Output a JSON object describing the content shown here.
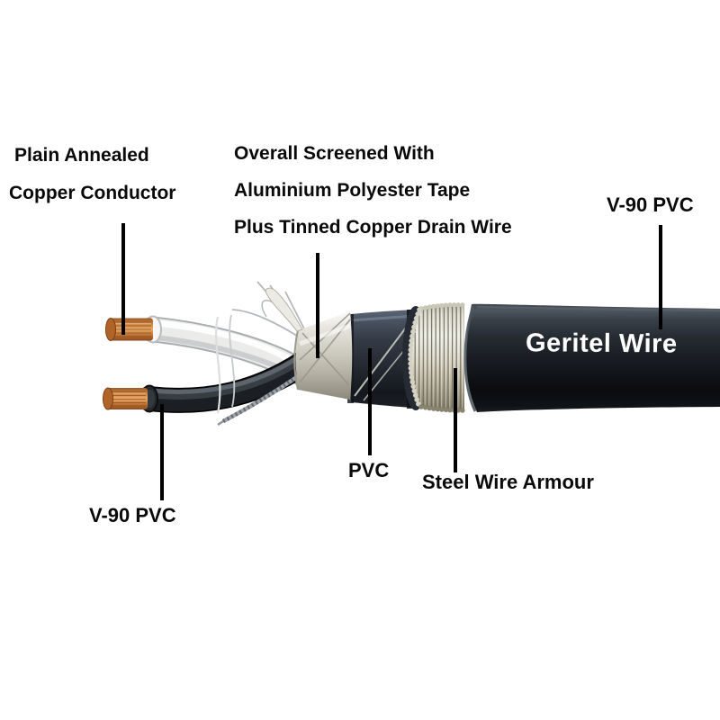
{
  "diagram": {
    "brand_text": "Geritel Wire",
    "labels": {
      "conductor": {
        "lines": [
          "Plain Annealed",
          "Copper Conductor"
        ]
      },
      "screen": {
        "lines": [
          "Overall Screened With",
          "Aluminium Polyester Tape",
          "Plus Tinned Copper Drain Wire"
        ]
      },
      "outer_sheath": {
        "text": "V-90 PVC"
      },
      "bedding": {
        "text": "PVC"
      },
      "armour": {
        "text": "Steel Wire Armour"
      },
      "insulation": {
        "text": "V-90 PVC"
      }
    },
    "colors": {
      "background": "#ffffff",
      "label_text": "#0a0a0a",
      "leader_line": "#000000",
      "brand_text": "#ffffff",
      "copper": "#c8803f",
      "white_insulation": "#ebecea",
      "black_insulation": "#1b1e23",
      "aluminium_tape": "#d9d7cc",
      "pvc_bedding": "#343b46",
      "steel_armour": "#d6d2c2",
      "outer_sheath": "#1a1e24"
    }
  }
}
